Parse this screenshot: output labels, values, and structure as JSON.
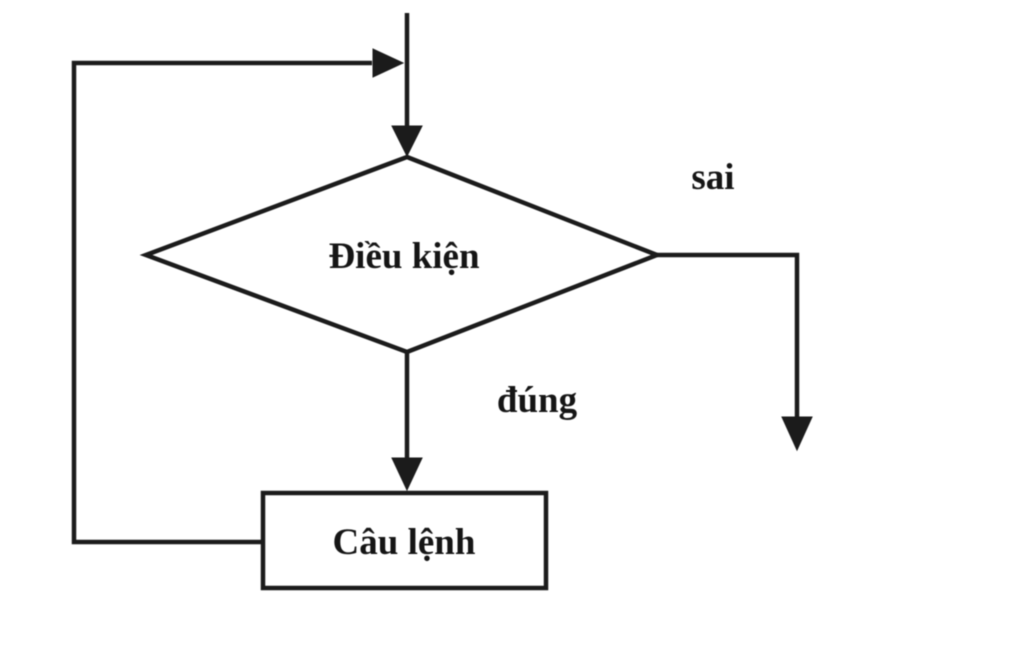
{
  "diagram": {
    "type": "flowchart",
    "labels": {
      "condition": "Điều kiện",
      "statement": "Câu lệnh",
      "branch_false": "sai",
      "branch_true": "đúng"
    },
    "shapes": {
      "condition_shape": "diamond",
      "statement_shape": "rectangle"
    },
    "colors": {
      "background": "#ffffff",
      "stroke": "#1b1b1b",
      "text": "#151515"
    }
  }
}
